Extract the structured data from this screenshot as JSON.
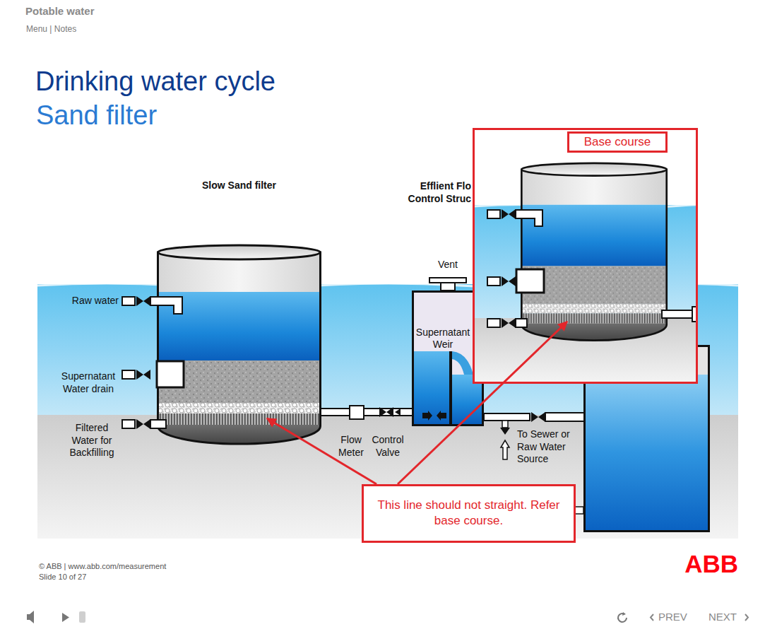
{
  "diagram": {
    "title": "Drinking water cycle",
    "nodes": [
      {
        "text": [
          "Slow Sand filter"
        ]
      },
      {
        "text": [
          "Efflient Flo Control Struc",
          "Supernatant Weir"
        ]
      },
      {
        "text": [
          "Base course"
        ]
      },
      {
        "text": [
          "This line should not straight. Refer base course."
        ]
      }
    ],
    "edges": [
      {
        "from": 0,
        "to": 1,
        "arrow": "none"
      },
      {
        "from": 3,
        "to": 0,
        "arrow": "to"
      },
      {
        "from": 3,
        "to": 2,
        "arrow": "to"
      }
    ],
    "labels": [
      "Potable water",
      "Menu | Notes",
      "Sand filter",
      "Raw water",
      "Supernatant Water drain",
      "Filtered Water for Backfilling",
      "Vent",
      "Flow Meter",
      "Control Valve",
      "To Sewer or Raw Water Source",
      "© ABB | www.abb.com/measurement",
      "Slide 10 of 27",
      "ABB",
      "PREV",
      "NEXT"
    ]
  }
}
